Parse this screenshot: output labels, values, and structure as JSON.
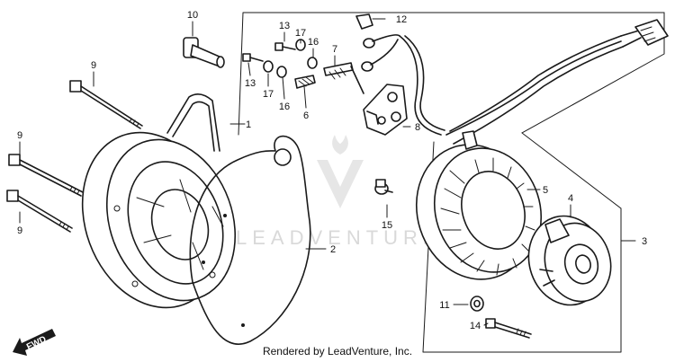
{
  "callouts": [
    {
      "id": "c10",
      "label": "10"
    },
    {
      "id": "c13a",
      "label": "13"
    },
    {
      "id": "c17a",
      "label": "17"
    },
    {
      "id": "c16a",
      "label": "16"
    },
    {
      "id": "c7",
      "label": "7"
    },
    {
      "id": "c12",
      "label": "12"
    },
    {
      "id": "c9a",
      "label": "9"
    },
    {
      "id": "c13b",
      "label": "13"
    },
    {
      "id": "c17b",
      "label": "17"
    },
    {
      "id": "c16b",
      "label": "16"
    },
    {
      "id": "c6",
      "label": "6"
    },
    {
      "id": "c1",
      "label": "1"
    },
    {
      "id": "c8",
      "label": "8"
    },
    {
      "id": "c9b",
      "label": "9"
    },
    {
      "id": "c9c",
      "label": "9"
    },
    {
      "id": "c5",
      "label": "5"
    },
    {
      "id": "c4",
      "label": "4"
    },
    {
      "id": "c2",
      "label": "2"
    },
    {
      "id": "c15",
      "label": "15"
    },
    {
      "id": "c3",
      "label": "3"
    },
    {
      "id": "c11",
      "label": "11"
    },
    {
      "id": "c14",
      "label": "14"
    }
  ],
  "watermark": {
    "text": "LEADVENTURE"
  },
  "fwd_marker": {
    "text": "FWD"
  },
  "footer": {
    "text": "Rendered by LeadVenture, Inc."
  }
}
